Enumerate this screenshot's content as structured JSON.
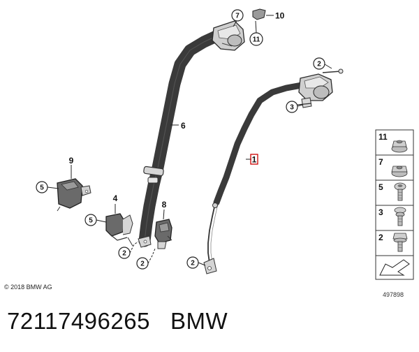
{
  "callouts": {
    "c7_top": "7",
    "l10": "10",
    "c11_top": "11",
    "l6": "6",
    "c2_anchor": "2",
    "c3_retractor": "3",
    "l1": "1",
    "l9": "9",
    "c5_buckle": "5",
    "l4": "4",
    "c5_small": "5",
    "l8": "8",
    "c2_a": "2",
    "c2_b": "2",
    "c2_c": "2"
  },
  "parts_panel": [
    {
      "label": "11",
      "icon": "flange-nut-icon"
    },
    {
      "label": "7",
      "icon": "hex-nut-icon"
    },
    {
      "label": "5",
      "icon": "torx-bolt-icon"
    },
    {
      "label": "3",
      "icon": "shoulder-bolt-icon"
    },
    {
      "label": "2",
      "icon": "hex-bolt-icon"
    },
    {
      "label": "",
      "icon": "arrow-icon"
    }
  ],
  "copyright": "© 2018 BMW AG",
  "ref_number": "497898",
  "part_number": "72117496265",
  "brand": "BMW",
  "colors": {
    "highlight": "#cc0000",
    "belt": "#3a3a3a"
  }
}
